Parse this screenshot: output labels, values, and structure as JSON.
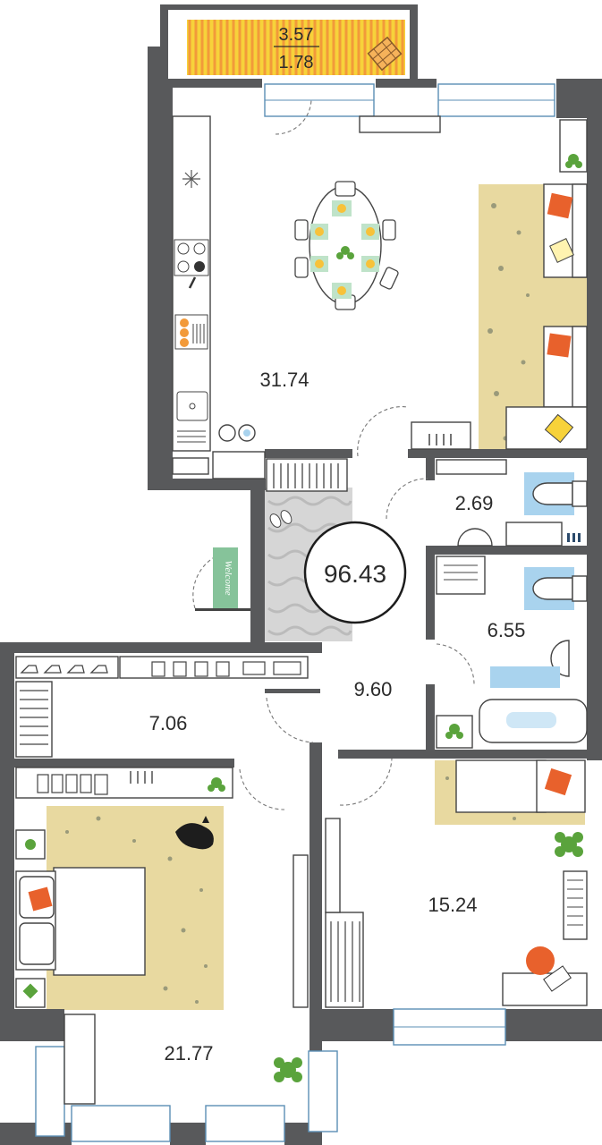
{
  "floor_plan": {
    "total_area": "96.43",
    "rooms": [
      {
        "id": "balcony",
        "area": "3.57",
        "area_secondary": "1.78"
      },
      {
        "id": "kitchen-living",
        "area": "31.74"
      },
      {
        "id": "wc",
        "area": "2.69"
      },
      {
        "id": "bathroom",
        "area": "6.55"
      },
      {
        "id": "hall",
        "area": "9.60"
      },
      {
        "id": "wardrobe",
        "area": "7.06"
      },
      {
        "id": "bedroom-small",
        "area": "15.24"
      },
      {
        "id": "bedroom-master",
        "area": "21.77"
      }
    ],
    "doormat_text": "Welcome"
  },
  "colors": {
    "wall": "#58595b",
    "rug": "#e8d9a0",
    "stripe_orange": "#f29a3a",
    "stripe_yellow": "#f7d23a",
    "fixture_blue": "#a9d3ee",
    "doormat_green": "#86c39a",
    "cushion_orange": "#e8612c"
  }
}
